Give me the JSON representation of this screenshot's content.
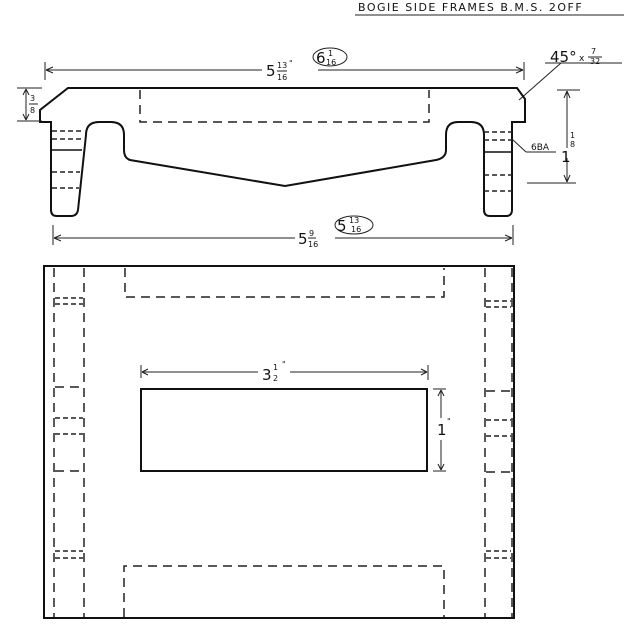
{
  "title": "BOGIE SIDE FRAMES B.M.S. 2OFF",
  "side_view": {
    "overall_top_length": {
      "whole": "5",
      "num": "13",
      "den": "16",
      "unit": "\""
    },
    "overall_top_length_alt": {
      "whole": "6",
      "num": "1",
      "den": "16",
      "unit": "\""
    },
    "chamfer_note": {
      "angle": "45°",
      "times": "x",
      "num": "7",
      "den": "32",
      "unit": "\""
    },
    "top_flange_thickness": {
      "num": "3",
      "den": "8",
      "unit": "\""
    },
    "height": {
      "whole": "1",
      "num": "1",
      "den": "8",
      "unit": "\""
    },
    "hole_note": "6BA",
    "overall_bottom_length": {
      "whole": "5",
      "num": "9",
      "den": "16",
      "unit": "\""
    },
    "overall_bottom_length_alt": {
      "whole": "5",
      "num": "13",
      "den": "16",
      "unit": "\""
    }
  },
  "plan_view": {
    "slot_width": {
      "whole": "3",
      "num": "1",
      "den": "2",
      "unit": "\""
    },
    "slot_height": {
      "whole": "1",
      "unit": "\""
    }
  },
  "colors": {
    "ink": "#111111",
    "paper": "#ffffff"
  }
}
